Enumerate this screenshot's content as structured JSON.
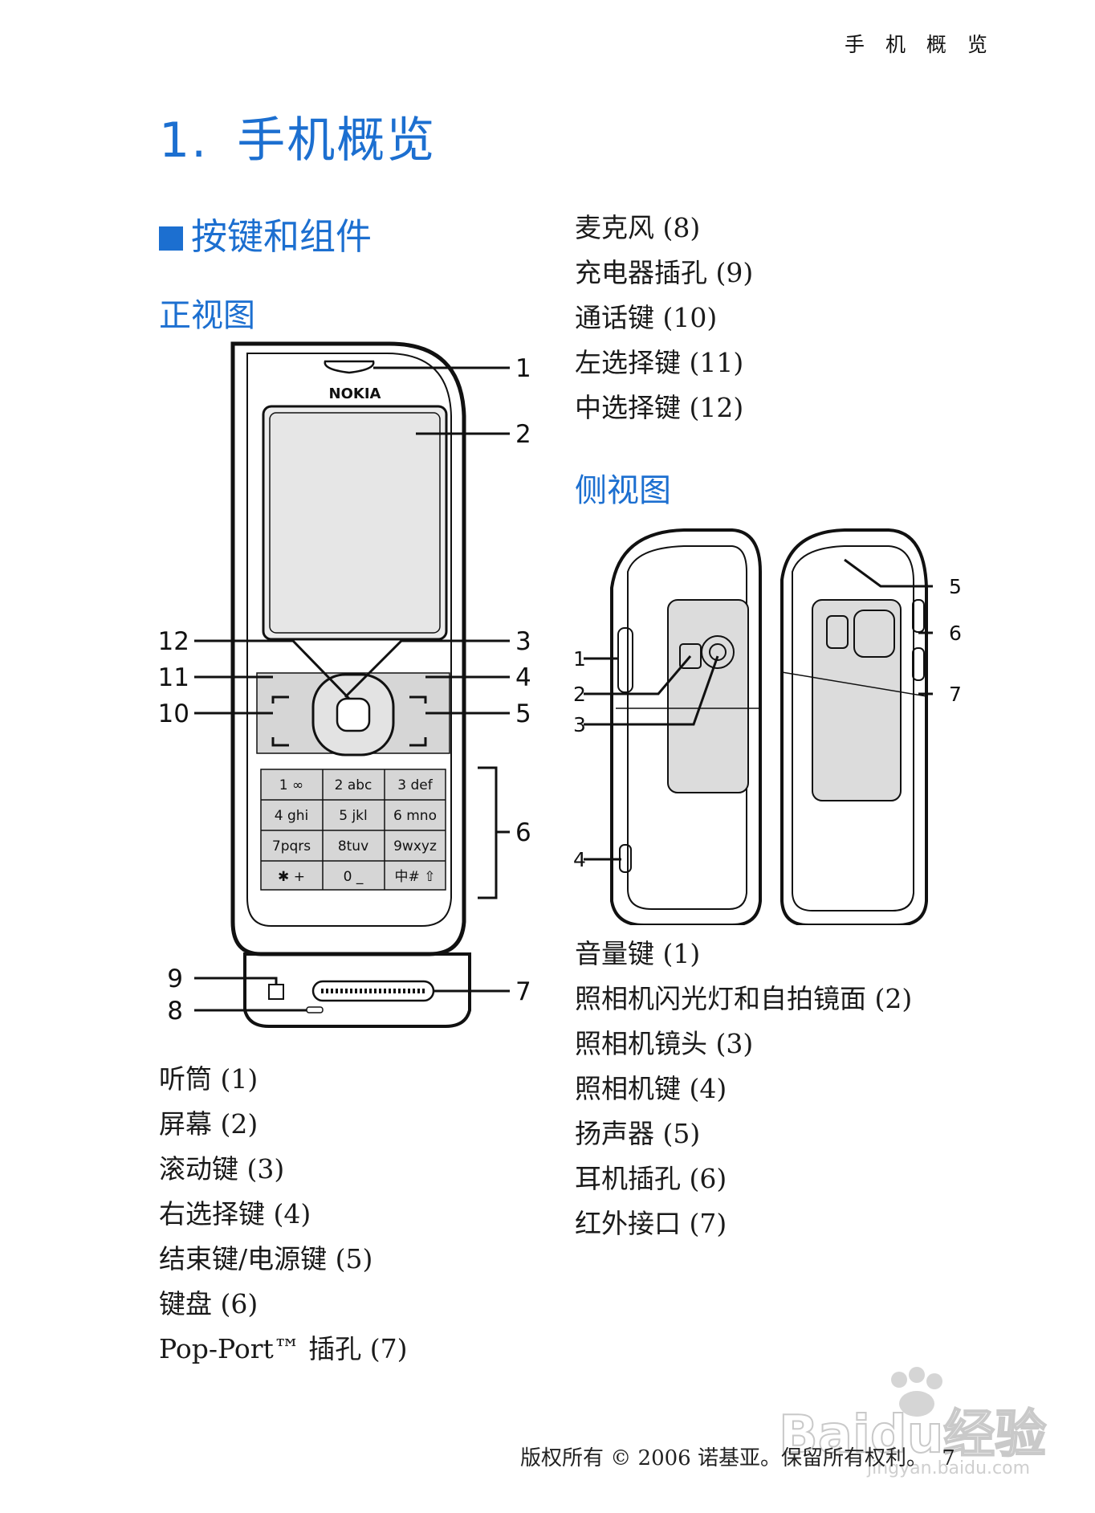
{
  "header": {
    "running_title": "手 机 概 览"
  },
  "chapter": {
    "number": "1.",
    "title": "手机概览"
  },
  "section": {
    "title": "按键和组件"
  },
  "front_view": {
    "title": "正视图",
    "brand": "NOKIA",
    "callouts": [
      "1",
      "2",
      "3",
      "4",
      "5",
      "6",
      "7",
      "8",
      "9",
      "10",
      "11",
      "12"
    ],
    "keypad": [
      [
        "1 ∞",
        "2 abc",
        "3 def"
      ],
      [
        "4 ghi",
        "5 jkl",
        "6 mno"
      ],
      [
        "7pqrs",
        "8tuv",
        "9wxyz"
      ],
      [
        "✱ +",
        "0 _",
        "中# ⇧"
      ]
    ]
  },
  "front_legend": [
    "听筒 (1)",
    "屏幕 (2)",
    "滚动键 (3)",
    "右选择键 (4)",
    "结束键/电源键 (5)",
    "键盘 (6)",
    "Pop-Port™ 插孔 (7)"
  ],
  "front_legend_cont": [
    "麦克风 (8)",
    "充电器插孔 (9)",
    "通话键 (10)",
    "左选择键 (11)",
    "中选择键 (12)"
  ],
  "side_view": {
    "title": "侧视图",
    "callouts": [
      "1",
      "2",
      "3",
      "4",
      "5",
      "6",
      "7"
    ]
  },
  "side_legend": [
    "音量键 (1)",
    "照相机闪光灯和自拍镜面 (2)",
    "照相机镜头 (3)",
    "照相机键 (4)",
    "扬声器 (5)",
    "耳机插孔 (6)",
    "红外接口 (7)"
  ],
  "footer": {
    "text": "版权所有 © 2006 诺基亚。保留所有权利。",
    "page": "7"
  },
  "watermark": {
    "text": "Baidu经验",
    "sub": "jingyan.baidu.com"
  }
}
